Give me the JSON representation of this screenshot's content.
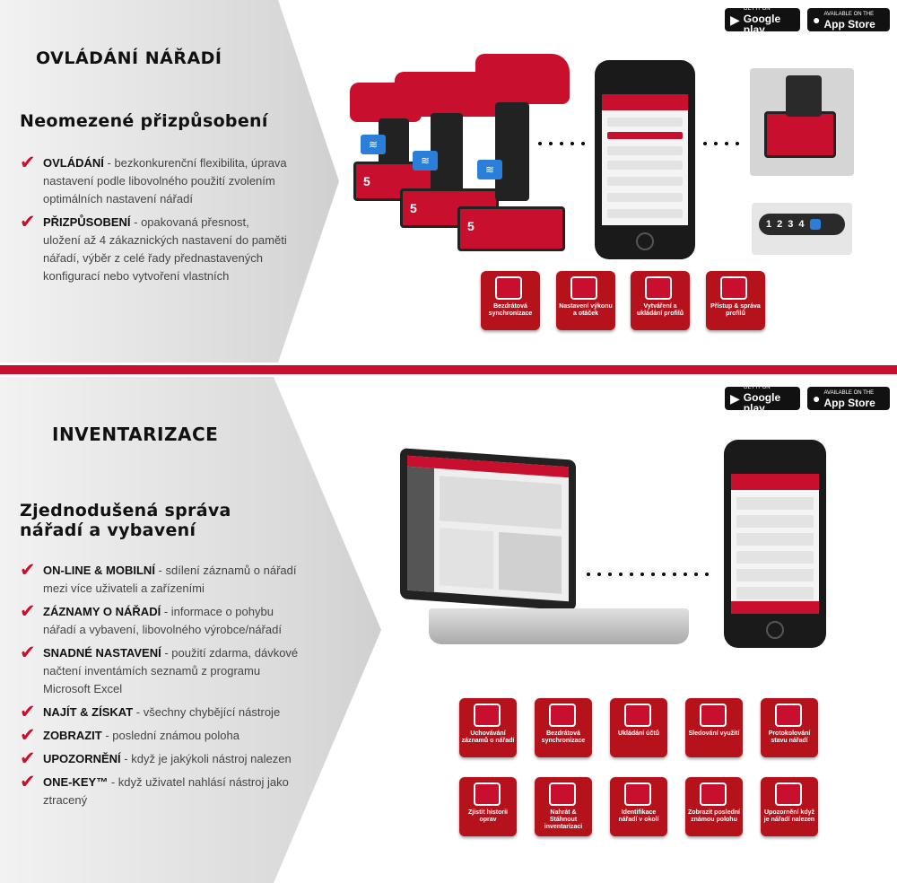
{
  "stores": {
    "google_small": "GET IT ON",
    "google_big": "Google play",
    "apple_small": "Available on the",
    "apple_big": "App Store"
  },
  "control": {
    "title": "OVLÁDÁNÍ NÁŘADÍ",
    "subtitle": "Neomezené přizpůsobení",
    "features": [
      {
        "title": "OVLÁDÁNÍ",
        "text": " -  bezkonkurenční flexibilita, úprava nastavení podle libovolného použití zvolením optimálních nastavení nářadí"
      },
      {
        "title": "PŘIZPŮSOBENÍ",
        "text": " - opakovaná přesnost, uložení až 4 zákaznických nastavení do paměti nářadí, výběr z celé řady přednastavených konfigurací nebo vytvoření vlastních"
      }
    ],
    "tiles": [
      "Bezdrátová synchronizace",
      "Nastavení výkonu a otáček",
      "Vytváření a ukládání profilů",
      "Přístup & správa profilů"
    ],
    "battery_label": "5",
    "slot_numbers": [
      "1",
      "2",
      "3",
      "4"
    ]
  },
  "inventory": {
    "title": "INVENTARIZACE",
    "subtitle_line1": "Zjednodušená správa",
    "subtitle_line2": "nářadí a vybavení",
    "features": [
      {
        "title": "ON-LINE & MOBILNÍ",
        "text": " - sdílení záznamů o nářadí mezi více uživateli a zařízeními"
      },
      {
        "title": "ZÁZNAMY O NÁŘADÍ",
        "text": " - informace o pohybu nářadí a vybavení, libovolného výrobce/nářadí"
      },
      {
        "title": "SNADNÉ NASTAVENÍ",
        "text": " - použití zdarma, dávkové načtení inventámích seznamů z programu Microsoft Excel"
      },
      {
        "title": "NAJÍT & ZÍSKAT",
        "text": " - všechny chybějící nástroje"
      },
      {
        "title": "ZOBRAZIT",
        "text": " - poslední známou poloha"
      },
      {
        "title": "UPOZORNĚNÍ",
        "text": " - když je jakýkoli nástroj nalezen"
      },
      {
        "title": "ONE-KEY™",
        "text": " - když uživatel nahlásí nástroj jako ztracený"
      }
    ],
    "tiles_row1": [
      "Uchovávání záznamů o nářadí",
      "Bezdrátová synchronizace",
      "Ukládání účtů",
      "Sledování využití",
      "Protokolování stavu nářadí"
    ],
    "tiles_row2": [
      "Zjistit historii oprav",
      "Nahrát & Stáhnout inventarizaci",
      "Identifikace nářadí v okolí",
      "Zobrazit poslední známou polohu",
      "Upozornění když je nářadí nalezen"
    ]
  }
}
